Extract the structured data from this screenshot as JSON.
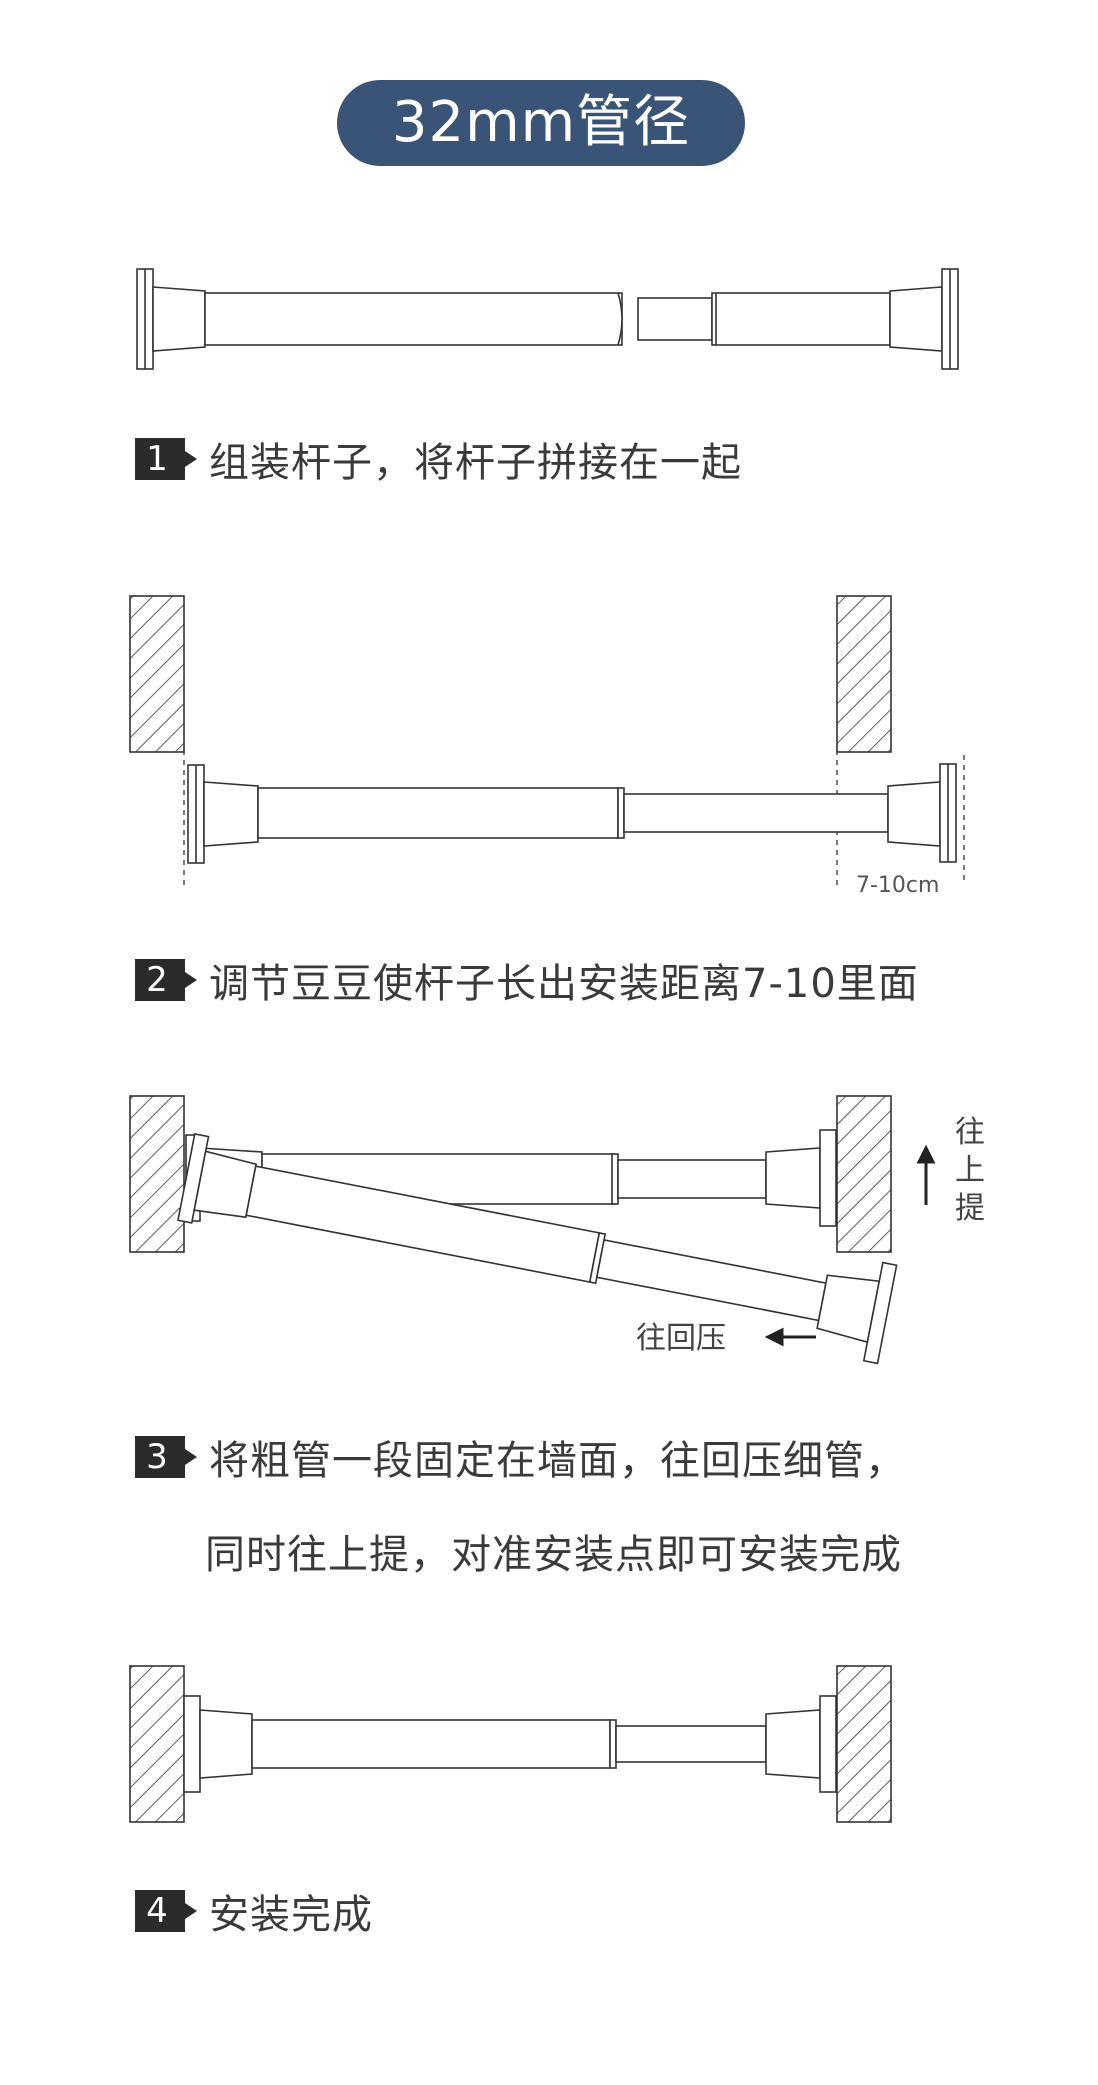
{
  "header": {
    "title": "32mm管径"
  },
  "steps": [
    {
      "number": "1",
      "text": "组装杆子，将杆子拼接在一起"
    },
    {
      "number": "2",
      "text": "调节豆豆使杆子长出安装距离7-10里面"
    },
    {
      "number": "3",
      "text": "将粗管一段固定在墙面，往回压细管，",
      "text2": "同时往上提，对准安装点即可安装完成"
    },
    {
      "number": "4",
      "text": "安装完成"
    }
  ],
  "figures": {
    "fig2": {
      "gap_label": "7-10cm"
    },
    "fig3": {
      "push_label": "往回压",
      "lift_chars": [
        "往",
        "上",
        "提"
      ]
    }
  },
  "colors": {
    "accent": "#3a5478",
    "line": "#333333",
    "badge": "#2b2b2b"
  }
}
